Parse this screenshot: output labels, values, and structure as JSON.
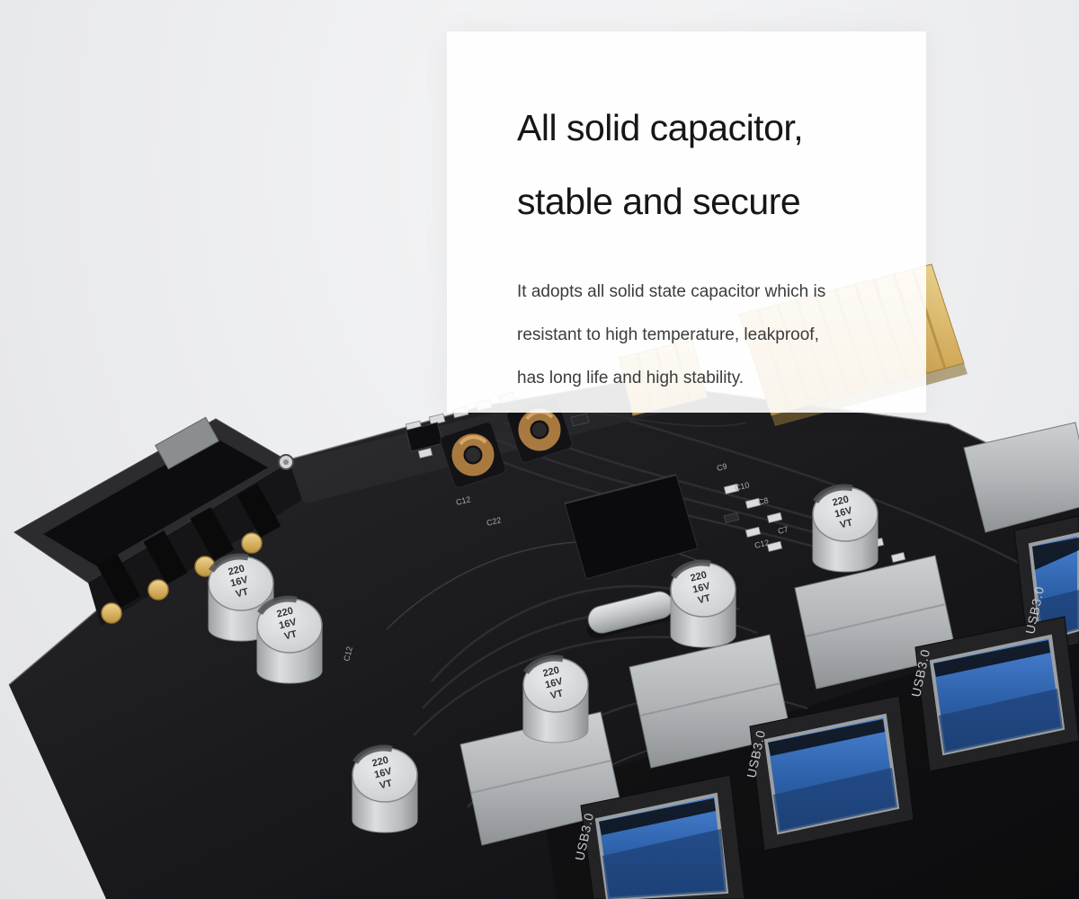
{
  "panel": {
    "heading_lines": [
      "All solid capacitor,",
      "stable and secure"
    ],
    "body_lines": [
      "It adopts all solid state capacitor which is",
      "resistant to high temperature, leakproof,",
      "has long life and high stability."
    ]
  },
  "board": {
    "capacitor_label": {
      "l1": "220",
      "l2": "16V",
      "l3": "VT"
    },
    "usb_port_label": "USB3.0",
    "silkscreen_refs": [
      "C12",
      "C22",
      "C12",
      "C10",
      "C8",
      "C7",
      "C12",
      "C9"
    ],
    "colors": {
      "pcb_black": "#1b1b1e",
      "gold_fingers": "#d3af63",
      "usb_blue": "#2f63ad",
      "capacitor_silver": "#c7c9cb",
      "panel_white": "#ffffff"
    }
  }
}
